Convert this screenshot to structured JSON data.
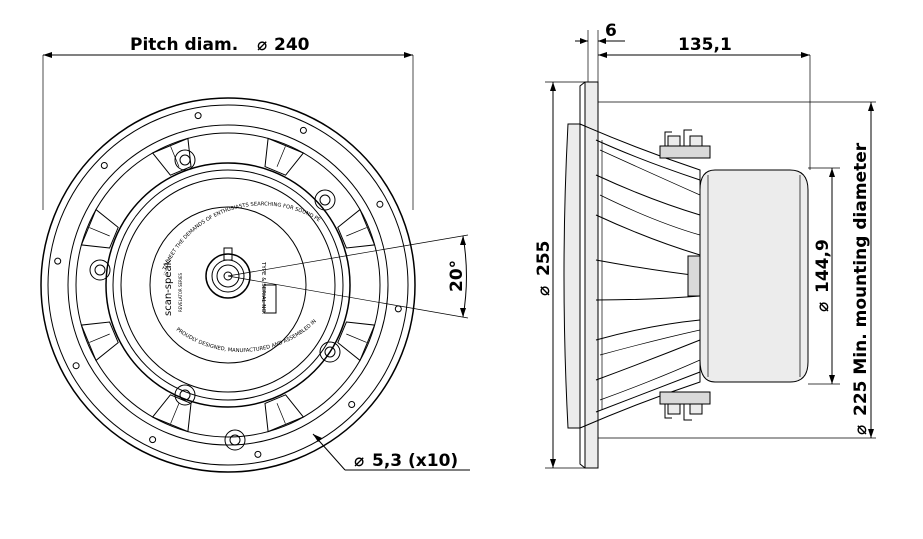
{
  "dimensions": {
    "pitch_diameter_label": "Pitch diam.",
    "pitch_diameter_symbol": "⌀",
    "pitch_diameter_value": "240",
    "angle_value": "20°",
    "hole_symbol": "⌀",
    "hole_value": "5,3 (x10)",
    "flange_thickness": "6",
    "depth_value": "135,1",
    "outer_diameter_symbol": "⌀",
    "outer_diameter_value": "255",
    "magnet_diameter_symbol": "⌀",
    "magnet_diameter_value": "144,9",
    "mounting_diameter_symbol": "⌀",
    "mounting_diameter_value": "225 Min. mounting diameter"
  },
  "back_label": {
    "brand": "scan-speak",
    "series": "REVELATOR SERIES",
    "ring_text_top": "...TO MEET THE DEMANDS OF ENTHUSIASTS SEARCHING FOR SOUND PERFECTION",
    "ring_text_bottom": "PROUDLY DESIGNED, MANUFACTURED AND ASSEMBLED IN SCANDINAVIA",
    "type_label": "TYPE & SERIAL NO."
  },
  "colors": {
    "line": "#000000",
    "fill_light": "#ececec",
    "fill_mid": "#d9d9d9",
    "background": "#ffffff"
  }
}
